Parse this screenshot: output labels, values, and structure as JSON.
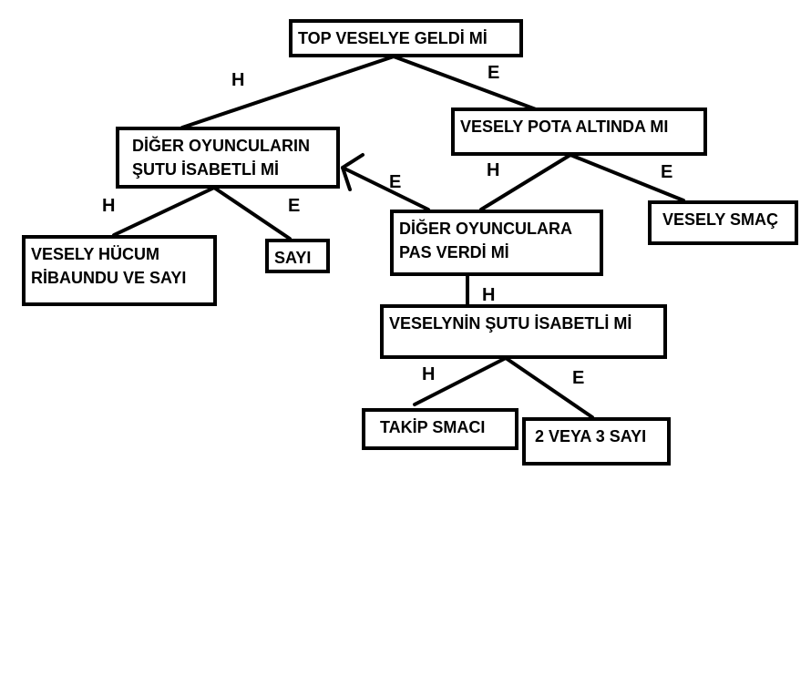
{
  "nodes": {
    "root": "TOP VESELYE GELDİ Mİ",
    "other_shot": "DİĞER OYUNCULARIN\nŞUTU İSABETLİ Mİ",
    "pota": "VESELY POTA ALTINDA MI",
    "rebound": "VESELY HÜCUM\nRİBAUNDU VE SAYI",
    "sayi": "SAYI",
    "pass": "DİĞER OYUNCULARA\nPAS VERDİ Mİ",
    "smac": "VESELY SMAÇ",
    "own_shot": "VESELYNİN ŞUTU İSABETLİ Mİ",
    "follow": "TAKİP SMACI",
    "points": "2 VEYA 3 SAYI"
  },
  "labels": {
    "root_no": "H",
    "root_yes": "E",
    "other_no": "H",
    "other_yes": "E",
    "pota_no": "H",
    "pota_yes": "E",
    "pass_yes": "E",
    "pass_no": "H",
    "own_no": "H",
    "own_yes": "E"
  }
}
